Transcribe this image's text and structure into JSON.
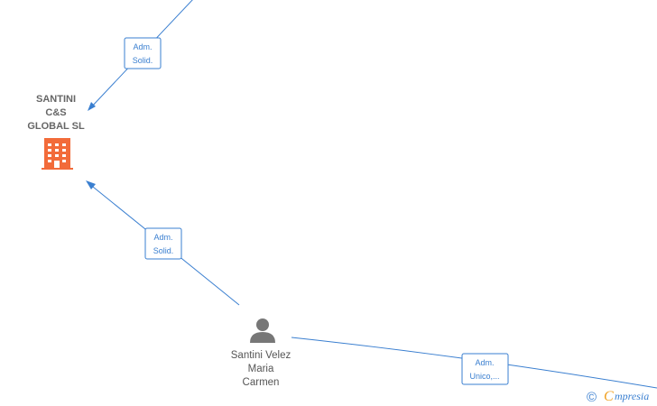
{
  "company": {
    "name_lines": [
      "SANTINI",
      "C&S",
      "GLOBAL  SL"
    ],
    "icon": "building-icon",
    "icon_color": "#f26b3a"
  },
  "person": {
    "name_lines": [
      "Santini Velez",
      "Maria",
      "Carmen"
    ],
    "icon": "person-icon",
    "icon_color": "#777777"
  },
  "edges": [
    {
      "label_lines": [
        "Adm.",
        "Solid."
      ]
    },
    {
      "label_lines": [
        "Adm.",
        "Solid."
      ]
    },
    {
      "label_lines": [
        "Adm.",
        "Unico,..."
      ]
    }
  ],
  "watermark": {
    "copyright": "©",
    "brand_first": "C",
    "brand_rest": "mpresia"
  },
  "colors": {
    "edge": "#3a7fd0",
    "company_icon": "#f26b3a",
    "person_icon": "#777777",
    "text": "#666666"
  }
}
